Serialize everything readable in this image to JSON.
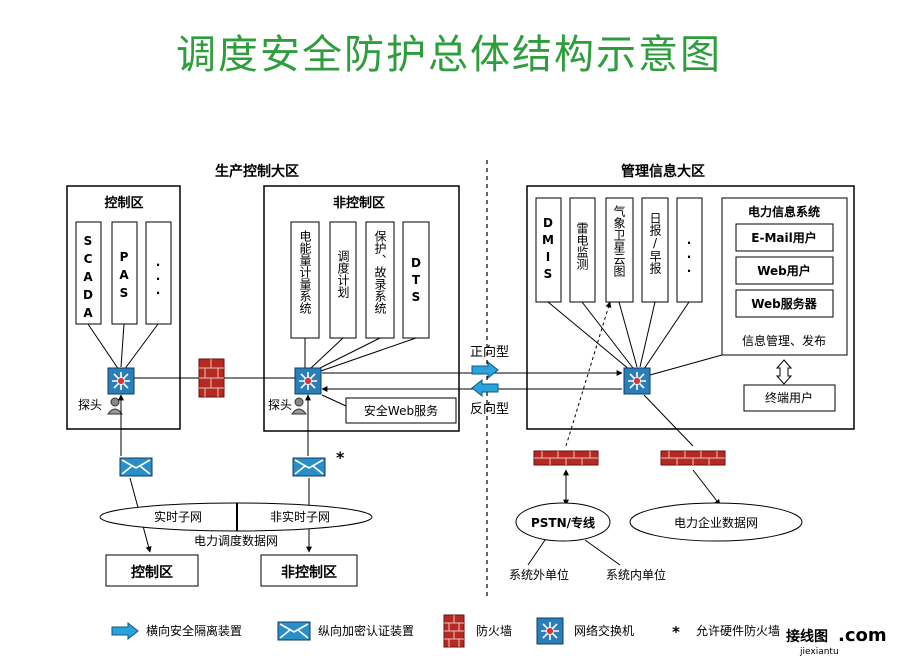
{
  "title": "调度安全防护总体结构示意图",
  "zones": {
    "production": "生产控制大区",
    "management": "管理信息大区"
  },
  "control_zone": {
    "label": "控制区",
    "modules": [
      "SCADA",
      "PAS",
      "···"
    ]
  },
  "noncontrol_zone": {
    "label": "非控制区",
    "modules": [
      "电能量计量系统",
      "调度计划",
      "保护、故录系统",
      "DTS"
    ],
    "web_service": "安全Web服务"
  },
  "mis": {
    "modules": [
      "DMIS",
      "雷电监测",
      "气象卫星云图",
      "日报/早报",
      "···"
    ],
    "power_info": {
      "label": "电力信息系统",
      "items": [
        "E-Mail用户",
        "Web用户",
        "Web服务器"
      ],
      "footer": "信息管理、发布"
    },
    "terminal_user": "终端用户"
  },
  "probe": "探头",
  "forward": "正向型",
  "reverse": "反向型",
  "asterisk": "*",
  "network": {
    "realtime": "实时子网",
    "nonrealtime": "非实时子网",
    "dispatch": "电力调度数据网",
    "bottom_control": "控制区",
    "bottom_noncontrol": "非控制区"
  },
  "external": {
    "pstn": "PSTN/专线",
    "enterprise": "电力企业数据网",
    "outside": "系统外单位",
    "inside": "系统内单位"
  },
  "legend": {
    "isolation": "横向安全隔离装置",
    "encryption": "纵向加密认证装置",
    "firewall": "防火墙",
    "switch": "网络交换机",
    "hw_firewall_mark": "*",
    "hw_firewall": "允许硬件防火墙"
  },
  "watermark": {
    "brand": "接线图",
    "dotcom": ".com",
    "site": "jiexiantu"
  },
  "colors": {
    "title": "#2e9e3c",
    "switch": "#2a7fb8",
    "firewall": "#b22a22",
    "isolation": "#2aa3dd",
    "watermark": "#d03020"
  }
}
